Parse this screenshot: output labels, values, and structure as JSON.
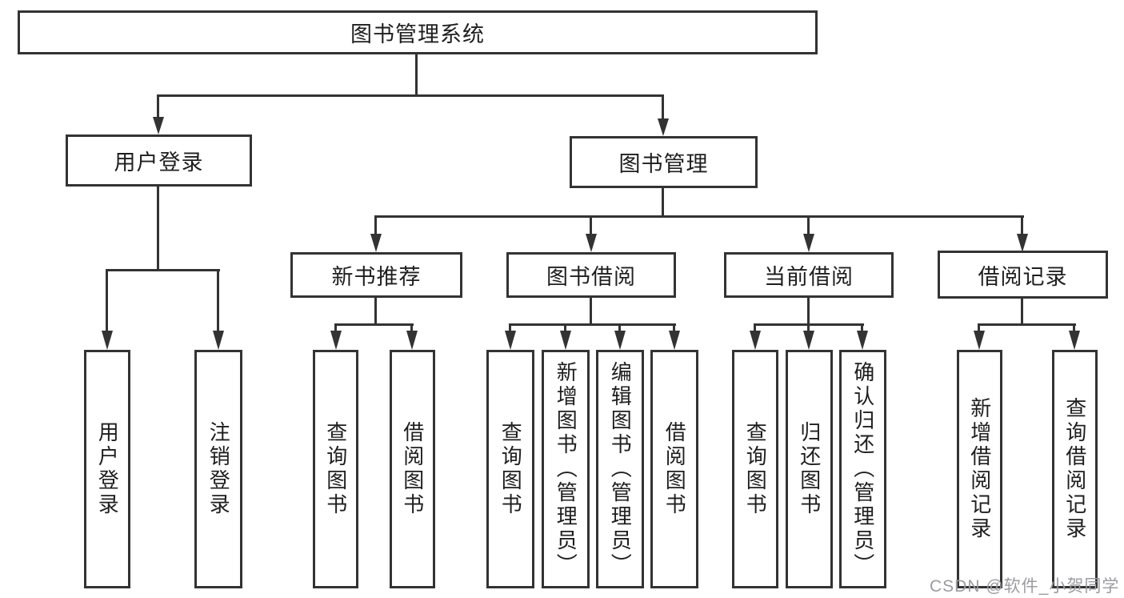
{
  "nodes": {
    "root": "图书管理系统",
    "user_login": "用户登录",
    "book_mgmt": "图书管理",
    "new_rec": "新书推荐",
    "borrow": "图书借阅",
    "current": "当前借阅",
    "records": "借阅记录",
    "leaf_user_login": "用户登录",
    "leaf_logout": "注销登录",
    "leaf_query_1": "查询图书",
    "leaf_borrow_1": "借阅图书",
    "leaf_query_2": "查询图书",
    "leaf_add_book": "新增图书（管理员）",
    "leaf_edit_book": "编辑图书（管理员）",
    "leaf_borrow_2": "借阅图书",
    "leaf_query_3": "查询图书",
    "leaf_return": "归还图书",
    "leaf_confirm_return": "确认归还（管理员）",
    "leaf_add_record": "新增借阅记录",
    "leaf_query_record": "查询借阅记录"
  },
  "structure": {
    "图书管理系统": [
      "用户登录",
      "图书管理"
    ],
    "用户登录": [
      "用户登录",
      "注销登录"
    ],
    "图书管理": [
      "新书推荐",
      "图书借阅",
      "当前借阅",
      "借阅记录"
    ],
    "新书推荐": [
      "查询图书",
      "借阅图书"
    ],
    "图书借阅": [
      "查询图书",
      "新增图书（管理员）",
      "编辑图书（管理员）",
      "借阅图书"
    ],
    "当前借阅": [
      "查询图书",
      "归还图书",
      "确认归还（管理员）"
    ],
    "借阅记录": [
      "新增借阅记录",
      "查询借阅记录"
    ]
  },
  "watermark": "CSDN @软件_小贺同学",
  "colors": {
    "line": "#333333",
    "text": "#1e1e1e",
    "watermark": "#9c9ca0",
    "background": "#ffffff"
  }
}
